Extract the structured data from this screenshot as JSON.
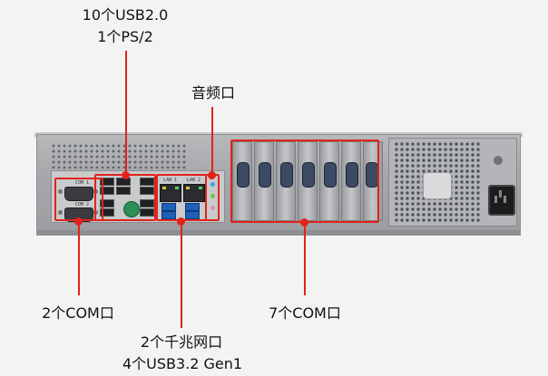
{
  "labels": {
    "usb_count": "10个USB2.0",
    "ps2_count": "1个PS/2",
    "audio": "音频口",
    "com_left": "2个COM口",
    "com_cards": "7个COM口",
    "lan": "2个千兆网口",
    "usb3": "4个USB3.2 Gen1"
  },
  "port_silkscreen": {
    "com1": "COM 1",
    "com2": "COM 2",
    "lan1": "LAN 1",
    "lan2": "LAN 2"
  },
  "colors": {
    "callout": "#e2231a",
    "usb3_port": "#1e5fb8",
    "ps2_port": "#2c8f57"
  }
}
